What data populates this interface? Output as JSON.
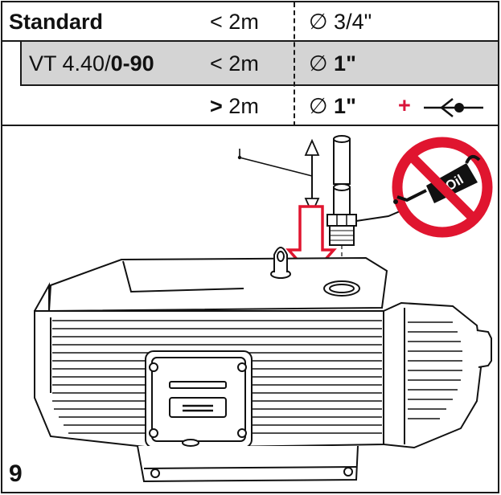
{
  "table": {
    "rows": [
      {
        "label": "Standard",
        "label_model": "",
        "label_suffix": "",
        "length_op": "<",
        "length": "2m",
        "diameter": "3/4\"",
        "extra": ""
      },
      {
        "label": "",
        "label_model": "VT 4.40/",
        "label_suffix": "0-90",
        "length_op": "<",
        "length": "2m",
        "diameter": "1\"",
        "extra": ""
      },
      {
        "label": "",
        "label_model": "",
        "label_suffix": "",
        "length_op": ">",
        "length": "2m",
        "diameter": "1\"",
        "extra": "+"
      }
    ],
    "diameter_symbol": "∅"
  },
  "figure": {
    "number": "9",
    "sign_text": "Oil",
    "colors": {
      "prohibition_red": "#e0152f",
      "highlight_red": "#d9143a",
      "table_shade": "#d4d4d4"
    },
    "icons": [
      "prohibition-sign-icon",
      "oil-can-icon",
      "check-valve-icon",
      "down-arrow-icon",
      "double-arrow-icon"
    ]
  }
}
